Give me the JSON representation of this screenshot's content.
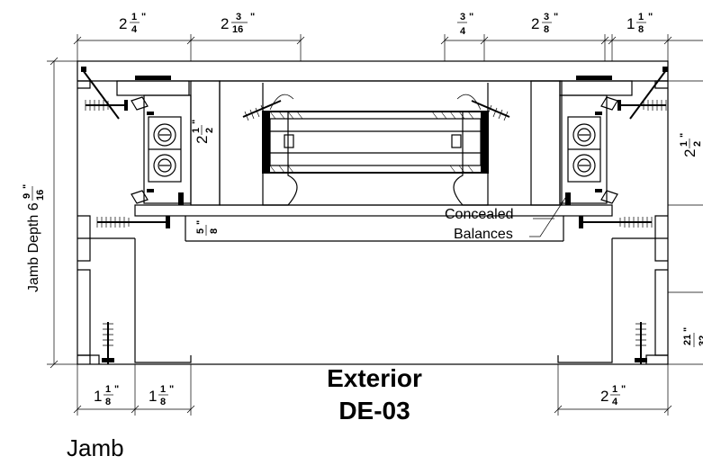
{
  "dimensions_top": [
    {
      "whole": "2",
      "num": "1",
      "den": "4",
      "unit": "\""
    },
    {
      "whole": "2",
      "num": "3",
      "den": "16",
      "unit": "\""
    },
    {
      "whole": "",
      "num": "3",
      "den": "4",
      "unit": "\""
    },
    {
      "whole": "2",
      "num": "3",
      "den": "8",
      "unit": "\""
    },
    {
      "whole": "1",
      "num": "1",
      "den": "8",
      "unit": "\""
    }
  ],
  "dimensions_bottom": [
    {
      "whole": "1",
      "num": "1",
      "den": "8",
      "unit": "\""
    },
    {
      "whole": "1",
      "num": "1",
      "den": "8",
      "unit": "\""
    },
    {
      "whole": "2",
      "num": "1",
      "den": "4",
      "unit": "\""
    }
  ],
  "dimensions_side": {
    "sash_left": {
      "whole": "2",
      "num": "1",
      "den": "2",
      "unit": "\""
    },
    "rail": {
      "whole": "",
      "num": "5",
      "den": "8",
      "unit": "\""
    },
    "right_upper": {
      "whole": "2",
      "num": "1",
      "den": "2",
      "unit": "\""
    },
    "right_lower": {
      "whole": "",
      "num": "21",
      "den": "32",
      "unit": "\""
    }
  },
  "jamb_depth": {
    "label": "Jamb Depth 6",
    "num": "9",
    "den": "16",
    "unit": "\""
  },
  "callout": {
    "line1": "Concealed",
    "line2": "Balances"
  },
  "title": {
    "line1": "Exterior",
    "line2": "DE-03"
  },
  "view_label": "Jamb"
}
